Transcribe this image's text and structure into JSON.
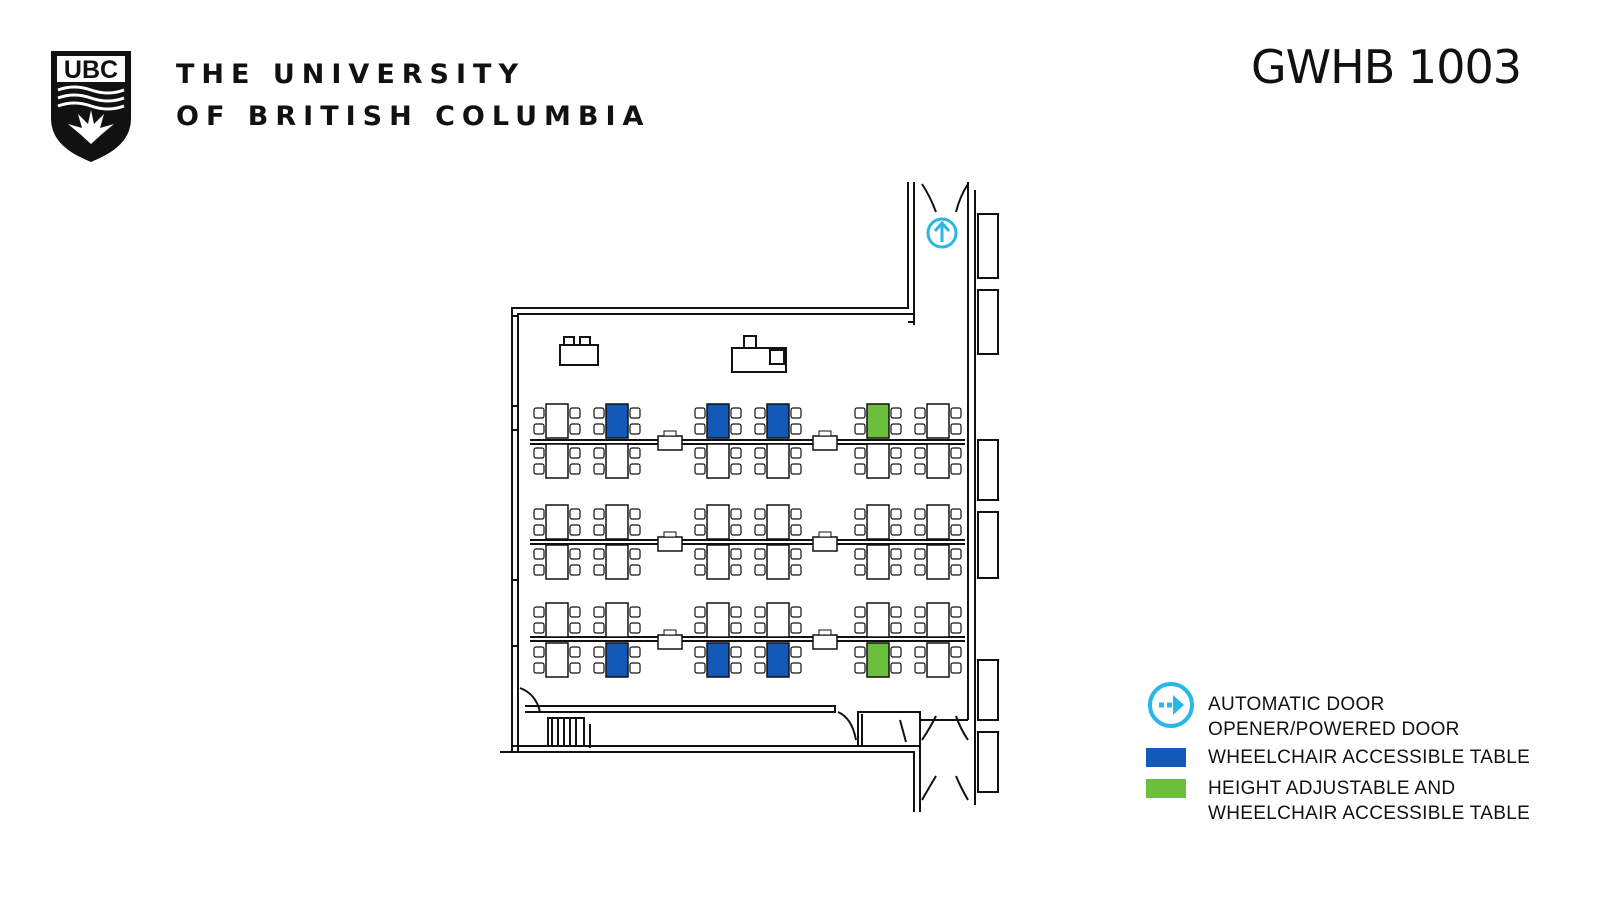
{
  "header": {
    "logo_text": "UBC",
    "university_line1": "THE UNIVERSITY",
    "university_line2": "OF BRITISH COLUMBIA",
    "room_code": "GWHB 1003"
  },
  "colors": {
    "wheelchair_table": "#1259b8",
    "height_adjustable_table": "#6cbf3d",
    "door_opener": "#29b6e8",
    "line": "#111111"
  },
  "map": {
    "table_rows": [
      [
        "plain",
        "wheelchair",
        "plain",
        "wheelchair",
        "wheelchair",
        "plain",
        "height-adjustable",
        "plain"
      ],
      [
        "plain",
        "plain",
        "plain",
        "plain",
        "plain",
        "plain",
        "plain",
        "plain"
      ],
      [
        "plain",
        "plain",
        "plain",
        "plain",
        "plain",
        "plain",
        "plain",
        "plain"
      ],
      [
        "plain",
        "plain",
        "plain",
        "plain",
        "plain",
        "plain",
        "plain",
        "plain"
      ],
      [
        "plain",
        "plain",
        "plain",
        "plain",
        "plain",
        "plain",
        "plain",
        "plain"
      ],
      [
        "plain",
        "wheelchair",
        "plain",
        "wheelchair",
        "wheelchair",
        "plain",
        "height-adjustable",
        "plain"
      ]
    ]
  },
  "legend": {
    "items": [
      {
        "icon": "door-opener-icon",
        "line1": "AUTOMATIC DOOR",
        "line2": "OPENER/POWERED DOOR"
      },
      {
        "icon": "wheelchair-table-swatch",
        "line1": "WHEELCHAIR ACCESSIBLE TABLE",
        "line2": ""
      },
      {
        "icon": "height-adjustable-swatch",
        "line1": "HEIGHT ADJUSTABLE AND",
        "line2": "WHEELCHAIR ACCESSIBLE TABLE"
      }
    ]
  }
}
